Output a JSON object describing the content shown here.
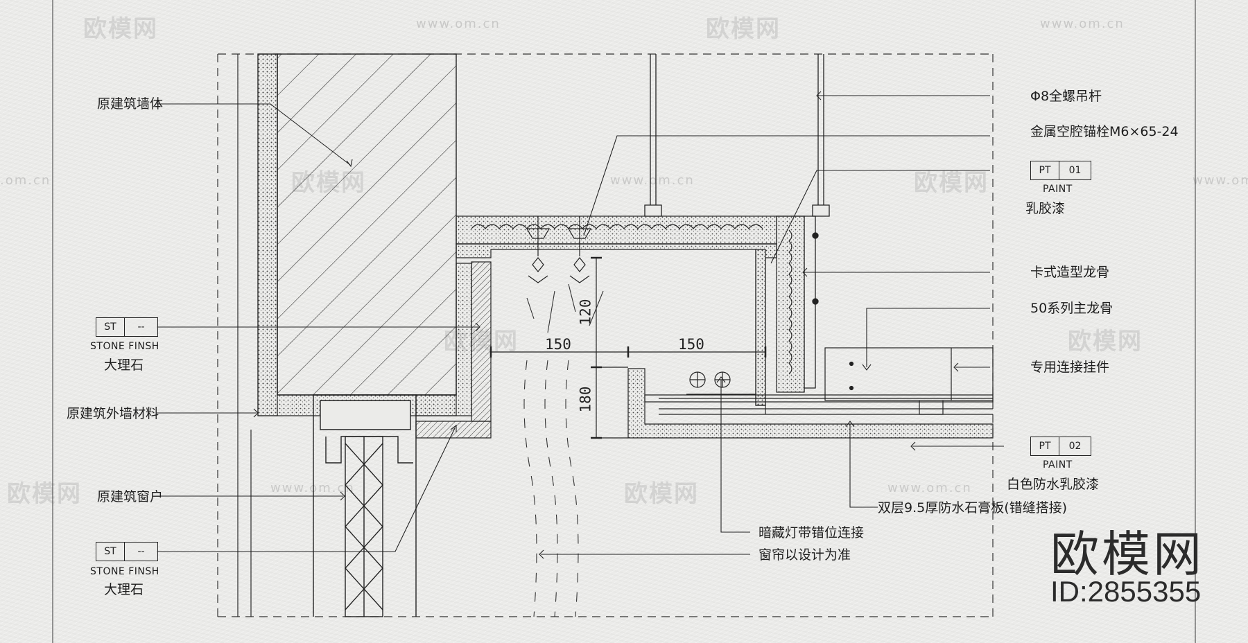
{
  "watermarks": {
    "brand": "欧模网",
    "url": "www.om.cn",
    "url_short": ".om.cn"
  },
  "labels": {
    "wall": "原建筑墙体",
    "rod": "Φ8全螺吊杆",
    "anchor": "金属空腔锚栓M6×65-24",
    "paint_word": "PAINT",
    "latex": "乳胶漆",
    "card_keel": "卡式造型龙骨",
    "main_keel": "50系列主龙骨",
    "hanger": "专用连接挂件",
    "ext_wall": "原建筑外墙材料",
    "window": "原建筑窗户",
    "white_latex": "白色防水乳胶漆",
    "gypsum": "双层9.5厚防水石膏板(错缝搭接)",
    "led": "暗藏灯带错位连接",
    "curtain": "窗帘以设计为准",
    "stone_finish": "STONE FINSH",
    "marble": "大理石"
  },
  "tags": {
    "st": {
      "code": "ST",
      "num": "--"
    },
    "pt1": {
      "code": "PT",
      "num": "01"
    },
    "pt2": {
      "code": "PT",
      "num": "02"
    }
  },
  "dims": {
    "w150a": "150",
    "w150b": "150",
    "h120": "120",
    "h180": "180"
  },
  "brand": {
    "name": "欧模网",
    "id": "ID:2855355"
  }
}
